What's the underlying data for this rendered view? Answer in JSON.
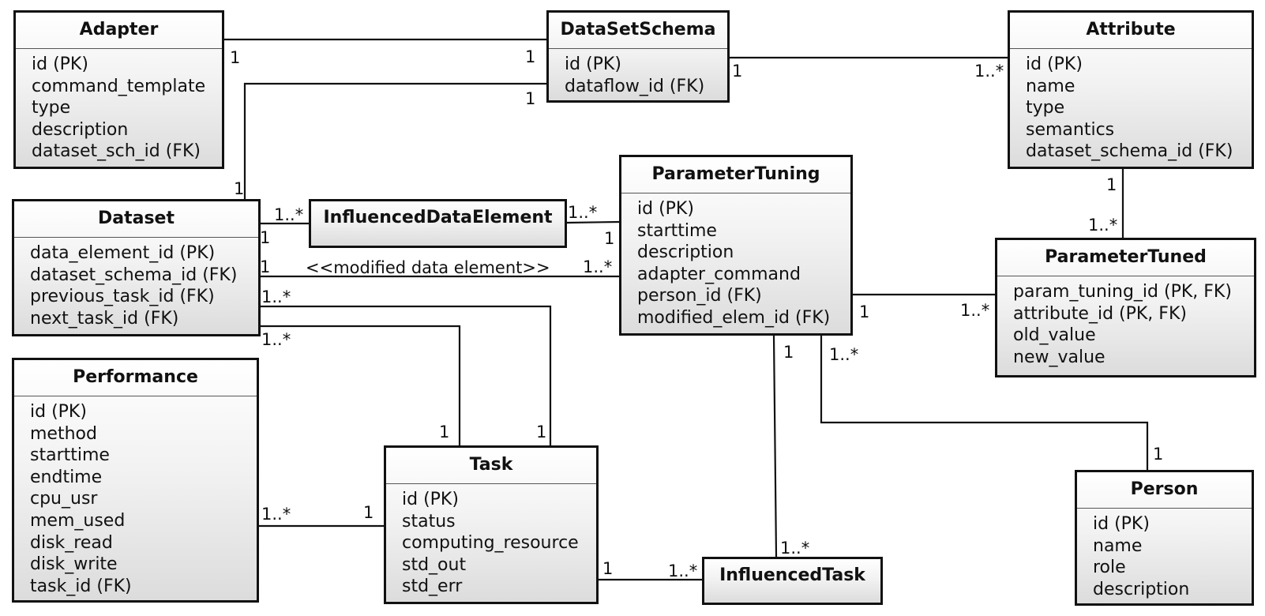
{
  "entities": {
    "adapter": {
      "title": "Adapter",
      "attrs": [
        "id (PK)",
        "command_template",
        "type",
        "description",
        "dataset_sch_id (FK)"
      ]
    },
    "dataset_schema": {
      "title": "DataSetSchema",
      "attrs": [
        "id (PK)",
        "dataflow_id (FK)"
      ]
    },
    "attribute": {
      "title": "Attribute",
      "attrs": [
        "id (PK)",
        "name",
        "type",
        "semantics",
        "dataset_schema_id (FK)"
      ]
    },
    "dataset": {
      "title": "Dataset",
      "attrs": [
        "data_element_id (PK)",
        "dataset_schema_id (FK)",
        "previous_task_id (FK)",
        "next_task_id (FK)"
      ]
    },
    "influenced_data_element": {
      "title": "InfluencedDataElement"
    },
    "parameter_tuning": {
      "title": "ParameterTuning",
      "attrs": [
        "id (PK)",
        "starttime",
        "description",
        "adapter_command",
        "person_id (FK)",
        "modified_elem_id (FK)"
      ]
    },
    "parameter_tuned": {
      "title": "ParameterTuned",
      "attrs": [
        "param_tuning_id (PK, FK)",
        "attribute_id (PK, FK)",
        "old_value",
        "new_value"
      ]
    },
    "performance": {
      "title": "Performance",
      "attrs": [
        "id (PK)",
        "method",
        "starttime",
        "endtime",
        "cpu_usr",
        "mem_used",
        "disk_read",
        "disk_write",
        "task_id (FK)"
      ]
    },
    "task": {
      "title": "Task",
      "attrs": [
        "id (PK)",
        "status",
        "computing_resource",
        "std_out",
        "std_err"
      ]
    },
    "influenced_task": {
      "title": "InfluencedTask"
    },
    "person": {
      "title": "Person",
      "attrs": [
        "id (PK)",
        "name",
        "role",
        "description"
      ]
    }
  },
  "relationships": {
    "adapter_dataset_schema": {
      "from": "1",
      "to": "1"
    },
    "dataset_dataset_schema": {
      "from": "1",
      "to": "1"
    },
    "dataset_schema_attribute": {
      "from": "1",
      "to": "1..*"
    },
    "attribute_parameter_tuned": {
      "from": "1",
      "to": "1..*"
    },
    "dataset_influenced_data_element": {
      "from": "1..*",
      "to": "1"
    },
    "influenced_data_element_parameter_tuning": {
      "from": "1..*",
      "to": "1"
    },
    "dataset_parameter_tuning": {
      "from": "1",
      "to": "1..*",
      "stereotype": "<<modified data element>>"
    },
    "parameter_tuning_parameter_tuned": {
      "from": "1",
      "to": "1..*"
    },
    "dataset_task_previous": {
      "from": "1..*",
      "to": "1"
    },
    "dataset_task_next": {
      "from": "1..*",
      "to": "1"
    },
    "performance_task": {
      "from": "1..*",
      "to": "1"
    },
    "task_influenced_task": {
      "from": "1",
      "to": "1..*"
    },
    "parameter_tuning_influenced_task": {
      "from": "1",
      "to": "1..*"
    },
    "parameter_tuning_person": {
      "from": "1..*",
      "to": "1"
    }
  }
}
